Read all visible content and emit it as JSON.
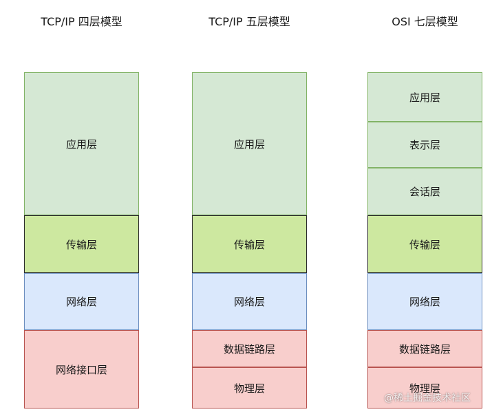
{
  "columns": [
    {
      "title": "TCP/IP 四层模型",
      "layers": [
        "应用层",
        "传输层",
        "网络层",
        "网络接口层"
      ]
    },
    {
      "title": "TCP/IP 五层模型",
      "layers": [
        "应用层",
        "传输层",
        "网络层",
        "数据链路层",
        "物理层"
      ]
    },
    {
      "title": "OSI 七层模型",
      "layers": [
        "应用层",
        "表示层",
        "会话层",
        "传输层",
        "网络层",
        "数据链路层",
        "物理层"
      ]
    }
  ],
  "colors": {
    "application": "#d5e8d4",
    "transport": "#cde8a0",
    "network": "#dae8fc",
    "link": "#f8cecc"
  },
  "watermark": "@稀土掘金技术社区"
}
